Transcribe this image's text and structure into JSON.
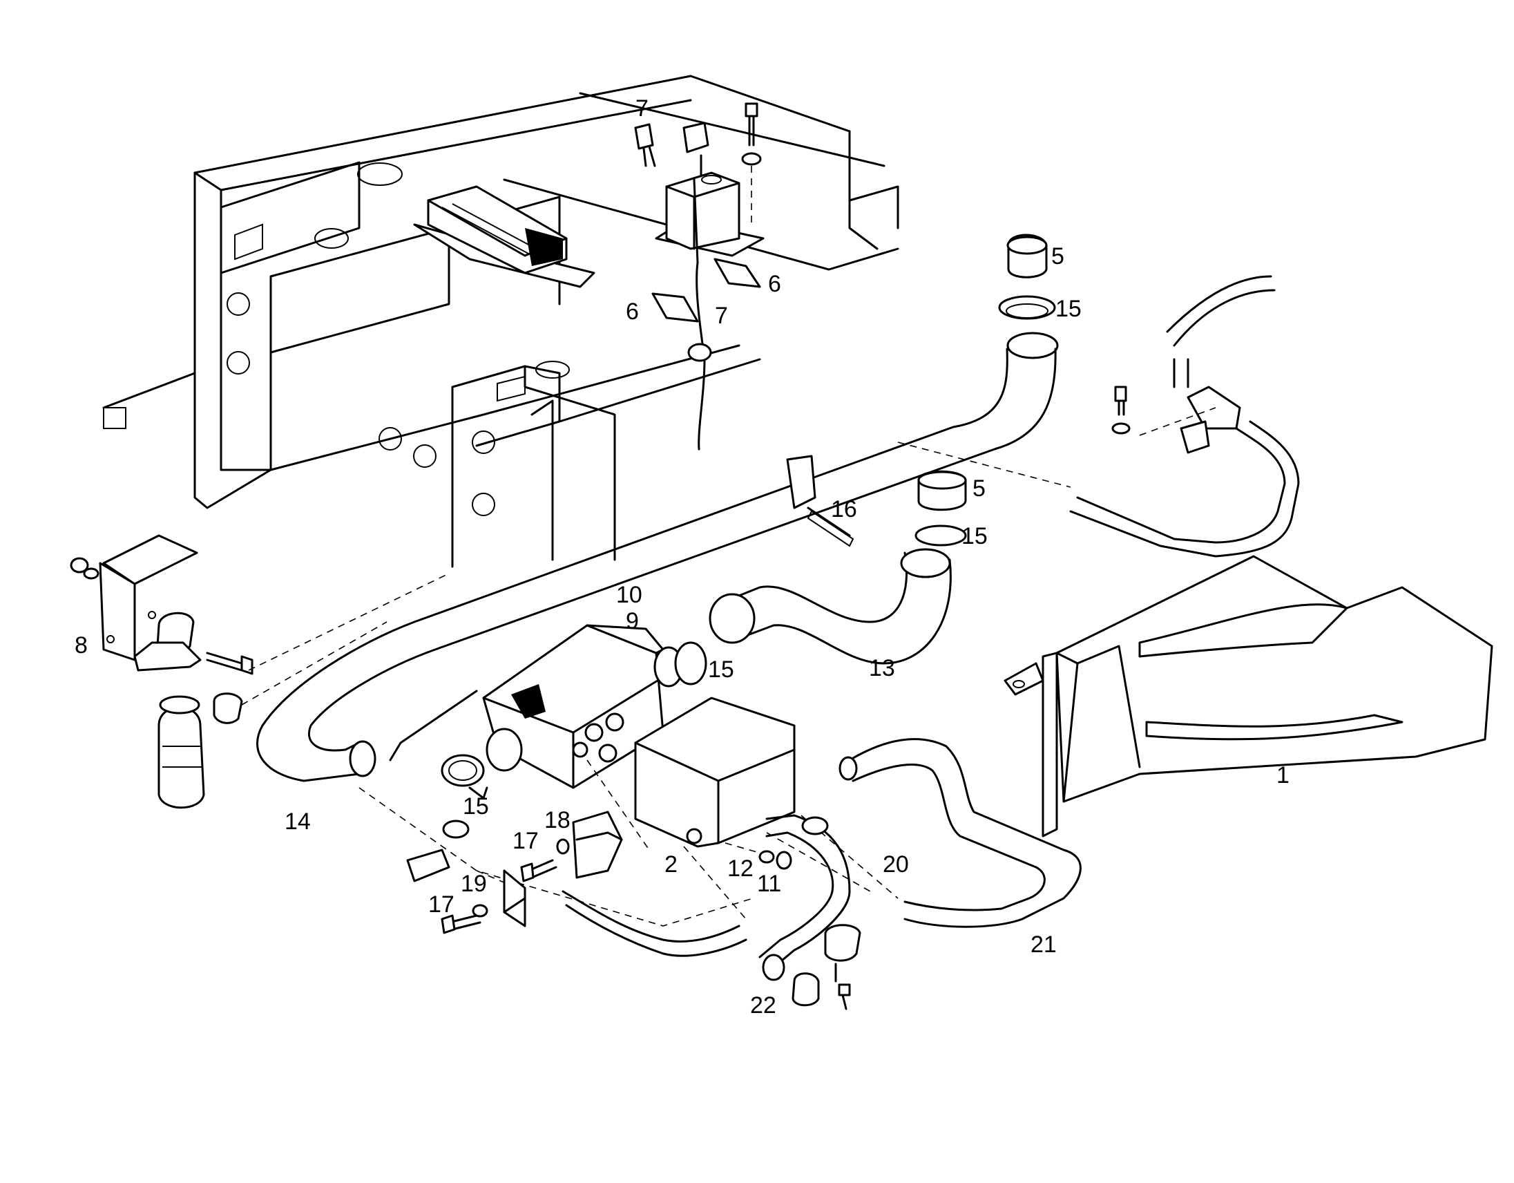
{
  "diagram": {
    "callouts": [
      {
        "id": "c1",
        "text": "1"
      },
      {
        "id": "c2",
        "text": "2"
      },
      {
        "id": "c5a",
        "text": "5"
      },
      {
        "id": "c5b",
        "text": "5"
      },
      {
        "id": "c6a",
        "text": "6"
      },
      {
        "id": "c6b",
        "text": "6"
      },
      {
        "id": "c7a",
        "text": "7"
      },
      {
        "id": "c7b",
        "text": "7"
      },
      {
        "id": "c8",
        "text": "8"
      },
      {
        "id": "c9",
        "text": "9"
      },
      {
        "id": "c10",
        "text": "10"
      },
      {
        "id": "c11",
        "text": "11"
      },
      {
        "id": "c12",
        "text": "12"
      },
      {
        "id": "c13",
        "text": "13"
      },
      {
        "id": "c14",
        "text": "14"
      },
      {
        "id": "c15a",
        "text": "15"
      },
      {
        "id": "c15b",
        "text": "15"
      },
      {
        "id": "c15c",
        "text": "15"
      },
      {
        "id": "c15d",
        "text": "15"
      },
      {
        "id": "c16",
        "text": "16"
      },
      {
        "id": "c17a",
        "text": "17"
      },
      {
        "id": "c17b",
        "text": "17"
      },
      {
        "id": "c18",
        "text": "18"
      },
      {
        "id": "c19",
        "text": "19"
      },
      {
        "id": "c20",
        "text": "20"
      },
      {
        "id": "c21",
        "text": "21"
      },
      {
        "id": "c22",
        "text": "22"
      }
    ]
  }
}
